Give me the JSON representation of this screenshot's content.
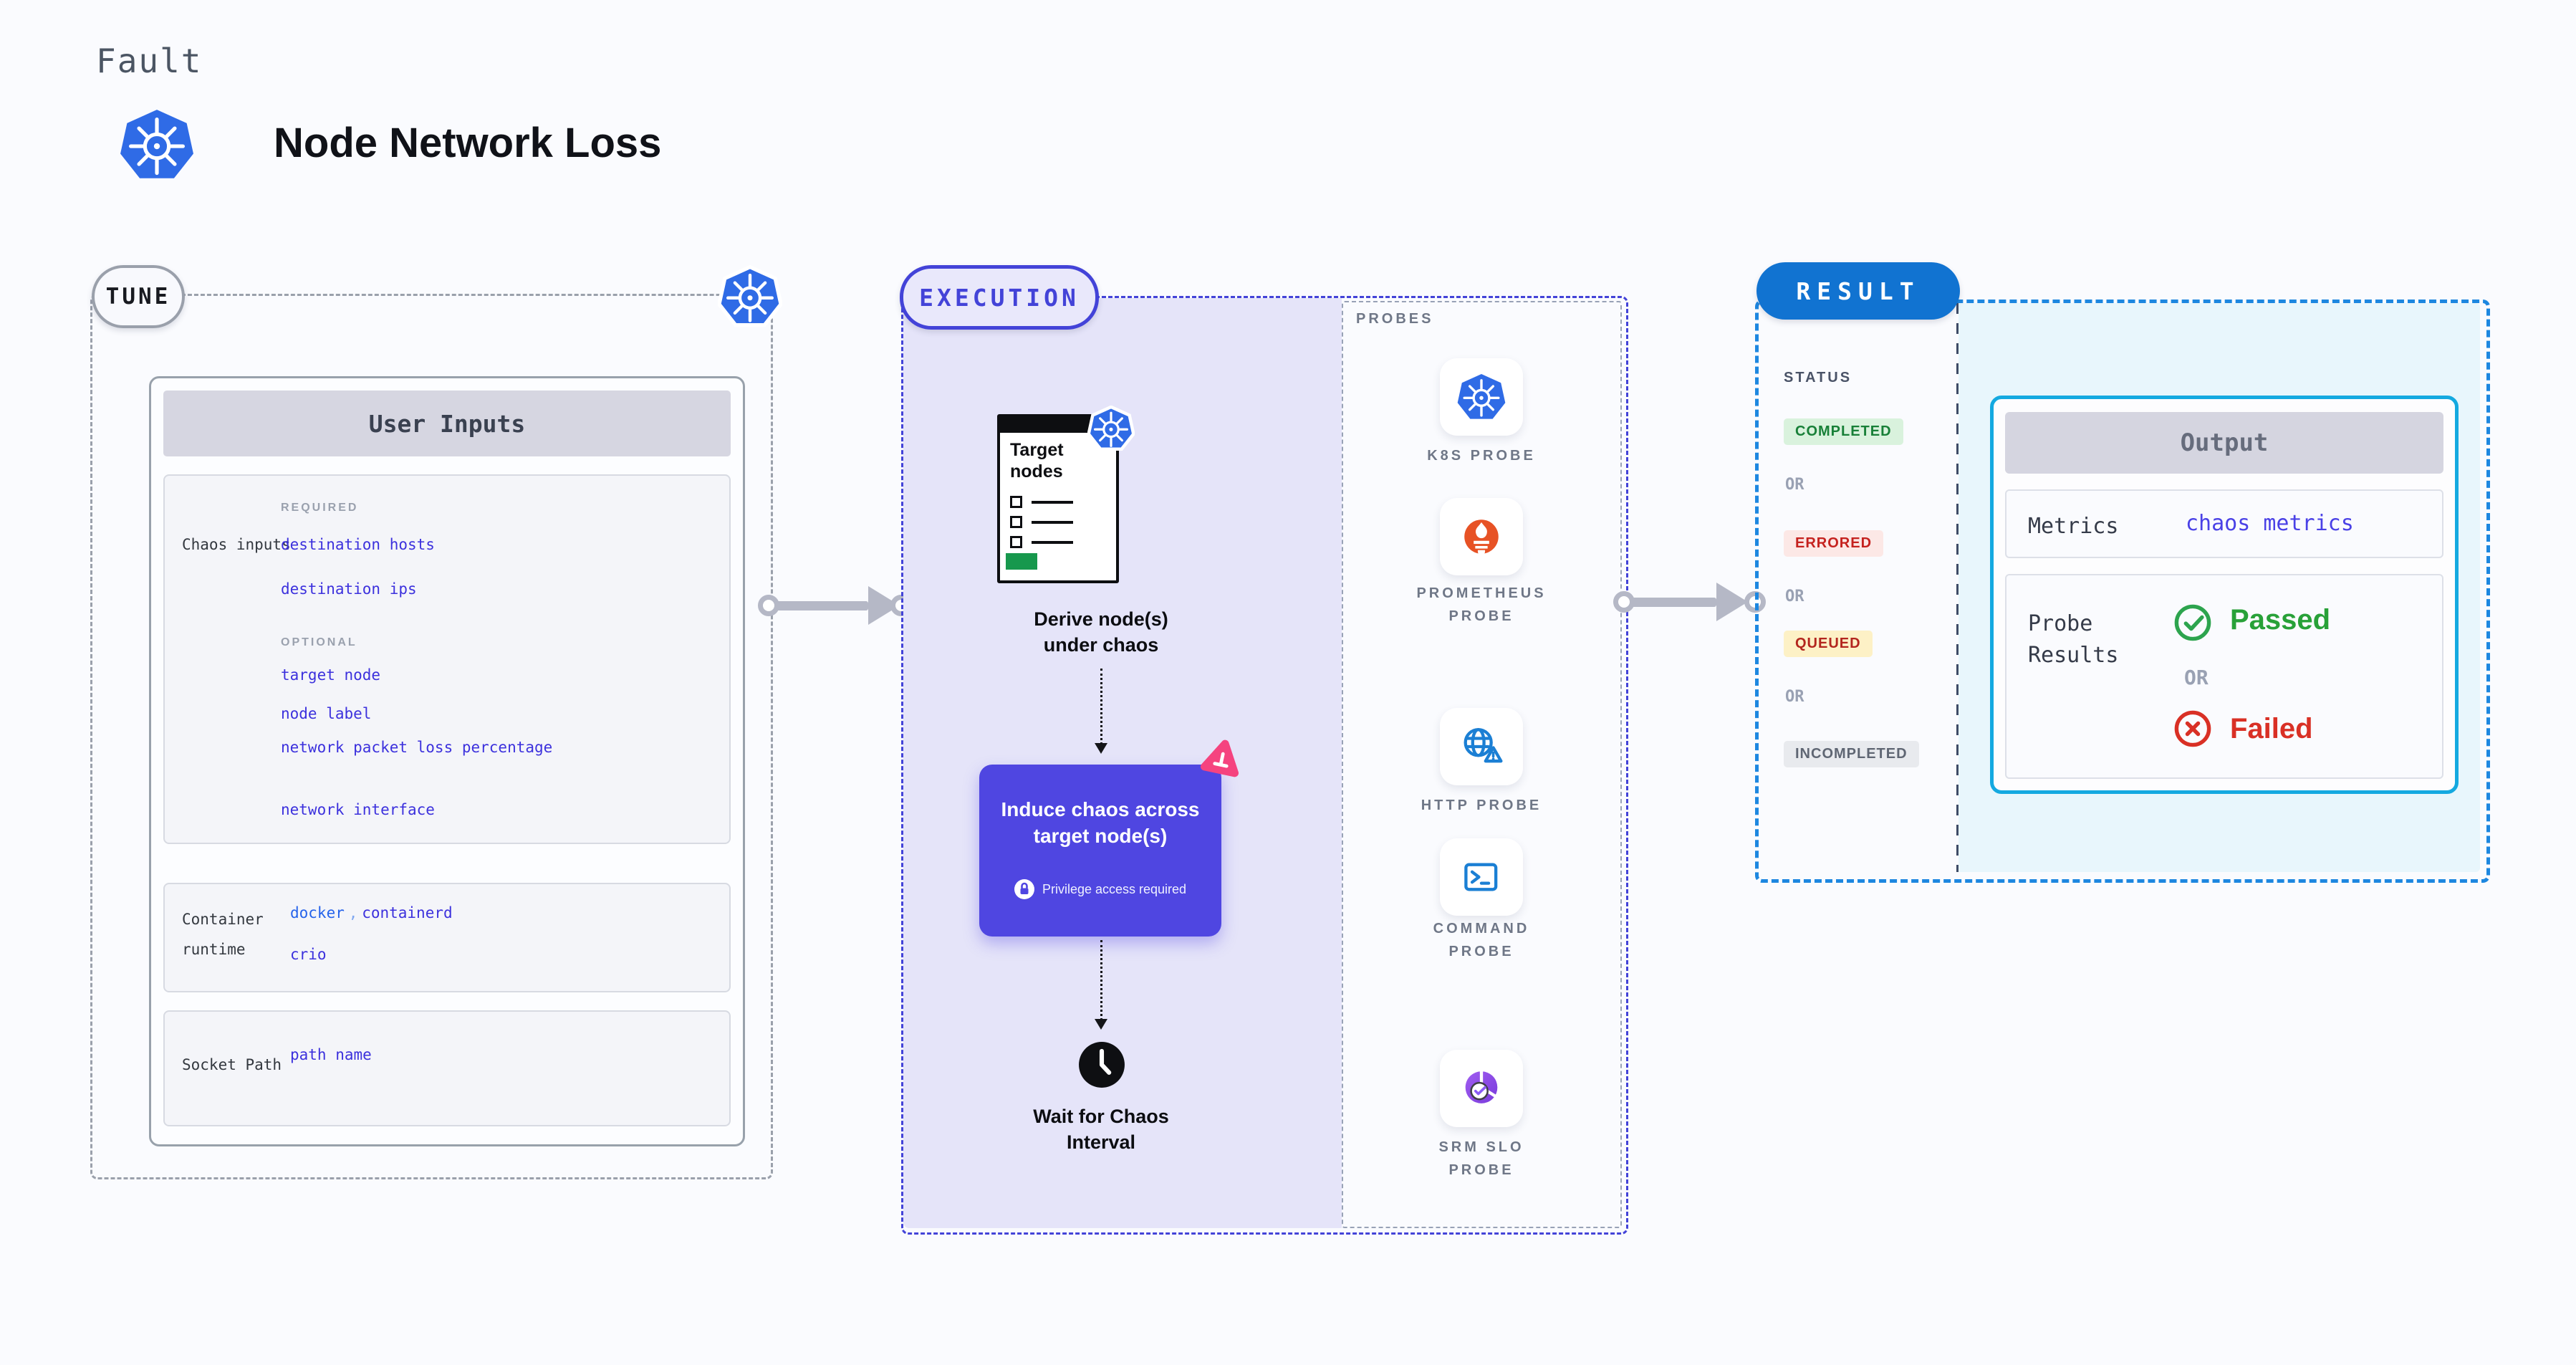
{
  "header": {
    "eyebrow": "Fault",
    "title": "Node Network Loss"
  },
  "tune": {
    "label": "TUNE",
    "panel_header": "User Inputs",
    "chaos_row": {
      "label": "Chaos inputs",
      "required_label": "REQUIRED",
      "required_links": [
        "destination hosts",
        "destination ips"
      ],
      "optional_label": "OPTIONAL",
      "optional_links": [
        "target node",
        "node label",
        "network packet loss percentage",
        "network interface"
      ]
    },
    "runtime_row": {
      "label": "Container runtime",
      "docker": "docker",
      "separator": ",",
      "containerd": "containerd",
      "crio": "crio"
    },
    "socket_row": {
      "label": "Socket Path",
      "value": "path name"
    }
  },
  "execution": {
    "label": "EXECUTION",
    "target_card": {
      "title": "Target nodes"
    },
    "derive_caption": "Derive node(s) under chaos",
    "induce": {
      "title": "Induce chaos across target node(s)",
      "badge": "Privilege access required"
    },
    "wait_caption": "Wait for Chaos Interval",
    "probes": {
      "label": "PROBES",
      "items": [
        {
          "label": "K8S PROBE",
          "icon": "kubernetes-icon"
        },
        {
          "label": "PROMETHEUS PROBE",
          "icon": "prometheus-icon"
        },
        {
          "label": "HTTP PROBE",
          "icon": "http-globe-icon"
        },
        {
          "label": "COMMAND PROBE",
          "icon": "terminal-icon"
        },
        {
          "label": "SRM SLO PROBE",
          "icon": "slo-pie-check-icon"
        }
      ]
    }
  },
  "result": {
    "label": "RESULT",
    "status": {
      "label": "STATUS",
      "or": "OR",
      "badges": [
        "COMPLETED",
        "ERRORED",
        "QUEUED",
        "INCOMPLETED"
      ]
    },
    "output": {
      "header": "Output",
      "metrics_label": "Metrics",
      "metrics_value": "chaos metrics",
      "probe_label": "Probe Results",
      "passed": "Passed",
      "or": "OR",
      "failed": "Failed"
    }
  },
  "colors": {
    "page_bg": "#fafbfe",
    "tune_gray": "#9aa0ab",
    "execution_indigo": "#4343d8",
    "execution_fill": "#e5e4f9",
    "induce_bg": "#4f46e1",
    "result_blue": "#1173d1",
    "result_dash": "#1d87e0",
    "output_border": "#14a9e0",
    "result_fill": "#e8f6fc",
    "link_indigo": "#3c31dd",
    "docker_azure": "#2563eb",
    "completed_green": "#188038",
    "errored_red": "#c5221f",
    "queued_yellow_bg": "#fdf1c6",
    "passed_green": "#28a138",
    "failed_red": "#d93025",
    "kubernetes_blue": "#2f6be6",
    "prometheus_orange": "#e75225",
    "litmus_pink": "#f5437f",
    "srm_purple": "#8b5cf6"
  }
}
